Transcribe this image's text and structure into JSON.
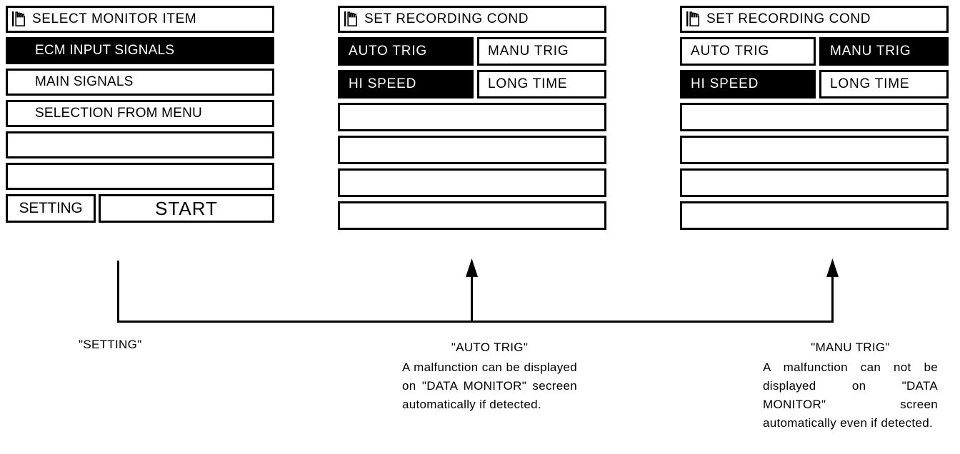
{
  "panels": [
    {
      "id": "select-monitor-item",
      "header": {
        "icon": "hand-pointing-icon",
        "title": "SELECT MONITOR ITEM"
      },
      "rows": [
        {
          "label": "ECM INPUT SIGNALS",
          "selected": true
        },
        {
          "label": "MAIN SIGNALS",
          "selected": false
        },
        {
          "label": "SELECTION FROM MENU",
          "selected": false
        },
        {
          "label": "",
          "selected": false
        },
        {
          "label": "",
          "selected": false
        }
      ],
      "actions": [
        {
          "label": "SETTING"
        },
        {
          "label": "START"
        }
      ]
    },
    {
      "id": "set-recording-cond-auto",
      "header": {
        "icon": "hand-pointing-icon",
        "title": "SET RECORDING COND"
      },
      "split_rows": [
        {
          "left": {
            "label": "AUTO TRIG",
            "selected": true
          },
          "right": {
            "label": "MANU TRIG",
            "selected": false
          }
        },
        {
          "left": {
            "label": "HI SPEED",
            "selected": true
          },
          "right": {
            "label": "LONG TIME",
            "selected": false
          }
        }
      ],
      "blank_rows": 4
    },
    {
      "id": "set-recording-cond-manu",
      "header": {
        "icon": "hand-pointing-icon",
        "title": "SET RECORDING COND"
      },
      "split_rows": [
        {
          "left": {
            "label": "AUTO TRIG",
            "selected": false
          },
          "right": {
            "label": "MANU TRIG",
            "selected": true
          }
        },
        {
          "left": {
            "label": "HI SPEED",
            "selected": true
          },
          "right": {
            "label": "LONG TIME",
            "selected": false
          }
        }
      ],
      "blank_rows": 4
    }
  ],
  "captions": {
    "setting": {
      "title": "\"SETTING\"",
      "body": ""
    },
    "auto_trig": {
      "title": "\"AUTO TRIG\"",
      "body": "A malfunction can be displayed on \"DATA MONITOR\" secreen automatically if detected."
    },
    "manu_trig": {
      "title": "\"MANU TRIG\"",
      "body": "A malfunction can not be displayed on \"DATA MONITOR\" screen automatically even if detected."
    }
  },
  "colors": {
    "ink": "#000000",
    "paper": "#ffffff"
  }
}
